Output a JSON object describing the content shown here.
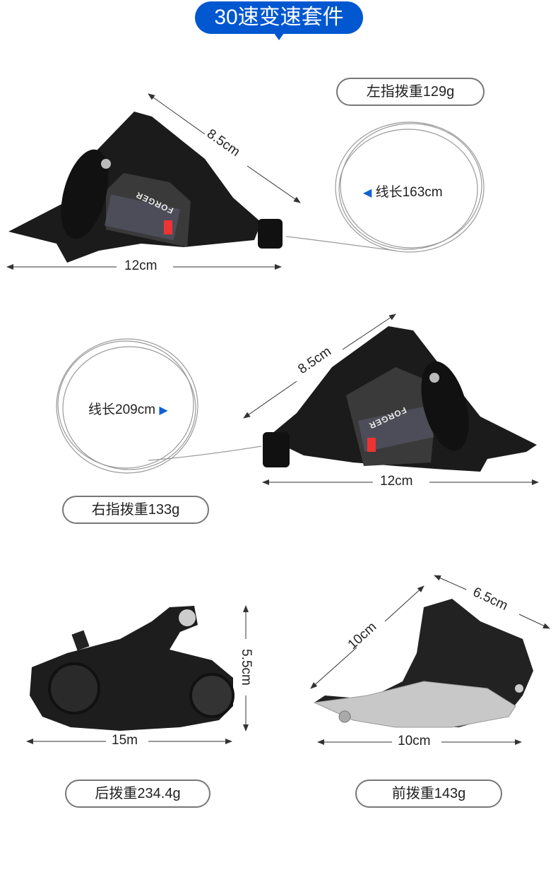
{
  "title": "30速变速套件",
  "left_shifter": {
    "weight_label": "左指拨重129g",
    "cable_label": "线长163cm",
    "diag_dim": "8.5cm",
    "width_dim": "12cm",
    "brand": "FORGER"
  },
  "right_shifter": {
    "weight_label": "右指拨重133g",
    "cable_label": "线长209cm",
    "diag_dim": "8.5cm",
    "width_dim": "12cm",
    "brand": "FORGER"
  },
  "rear_derailleur": {
    "weight_label": "后拨重234.4g",
    "height_dim": "5.5cm",
    "width_dim": "15m"
  },
  "front_derailleur": {
    "weight_label": "前拨重143g",
    "diag_dim_1": "10cm",
    "diag_dim_2": "6.5cm",
    "width_dim": "10cm"
  },
  "colors": {
    "accent": "#0057d0"
  }
}
